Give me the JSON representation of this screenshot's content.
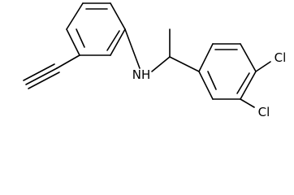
{
  "molecule": {
    "atom_labels": {
      "amine": "NH",
      "chloro_upper": "Cl",
      "chloro_lower": "Cl"
    },
    "colors": {
      "bond": "#000000",
      "label": "#000000",
      "background": "#ffffff"
    }
  }
}
